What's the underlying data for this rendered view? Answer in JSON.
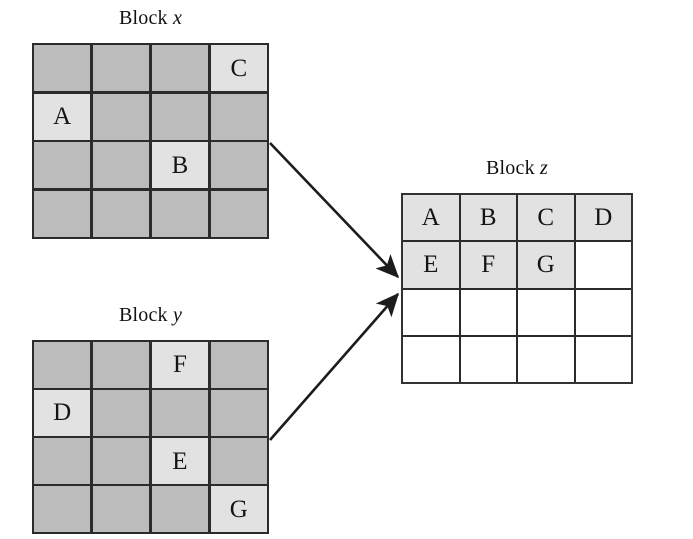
{
  "figure": {
    "kind": "block-merge-diagram",
    "background": "#ffffff",
    "colors": {
      "cell_fill_dark": "#bcbcbc",
      "cell_fill_light": "#e2e2e2",
      "cell_fill_empty": "#ffffff",
      "grid_line": "#2b2b2b",
      "text": "#111111"
    }
  },
  "blocks": {
    "x": {
      "title_prefix": "Block",
      "title_var": "x",
      "rows": 4,
      "cols": 4,
      "cells": [
        [
          "",
          "",
          "",
          "C"
        ],
        [
          "A",
          "",
          "",
          ""
        ],
        [
          "",
          "",
          "B",
          ""
        ],
        [
          "",
          "",
          "",
          ""
        ]
      ]
    },
    "y": {
      "title_prefix": "Block",
      "title_var": "y",
      "rows": 4,
      "cols": 4,
      "cells": [
        [
          "",
          "",
          "F",
          ""
        ],
        [
          "D",
          "",
          "",
          ""
        ],
        [
          "",
          "",
          "E",
          ""
        ],
        [
          "",
          "",
          "",
          "G"
        ]
      ]
    },
    "z": {
      "title_prefix": "Block",
      "title_var": "z",
      "rows": 4,
      "cols": 4,
      "cells": [
        [
          "A",
          "B",
          "C",
          "D"
        ],
        [
          "E",
          "F",
          "G",
          ""
        ],
        [
          "",
          "",
          "",
          ""
        ],
        [
          "",
          "",
          "",
          ""
        ]
      ]
    }
  },
  "arrows": [
    {
      "name": "arrow-x-to-z",
      "from": "Block x",
      "to": "Block z"
    },
    {
      "name": "arrow-y-to-z",
      "from": "Block y",
      "to": "Block z"
    }
  ],
  "watermark": {
    "text": ""
  }
}
